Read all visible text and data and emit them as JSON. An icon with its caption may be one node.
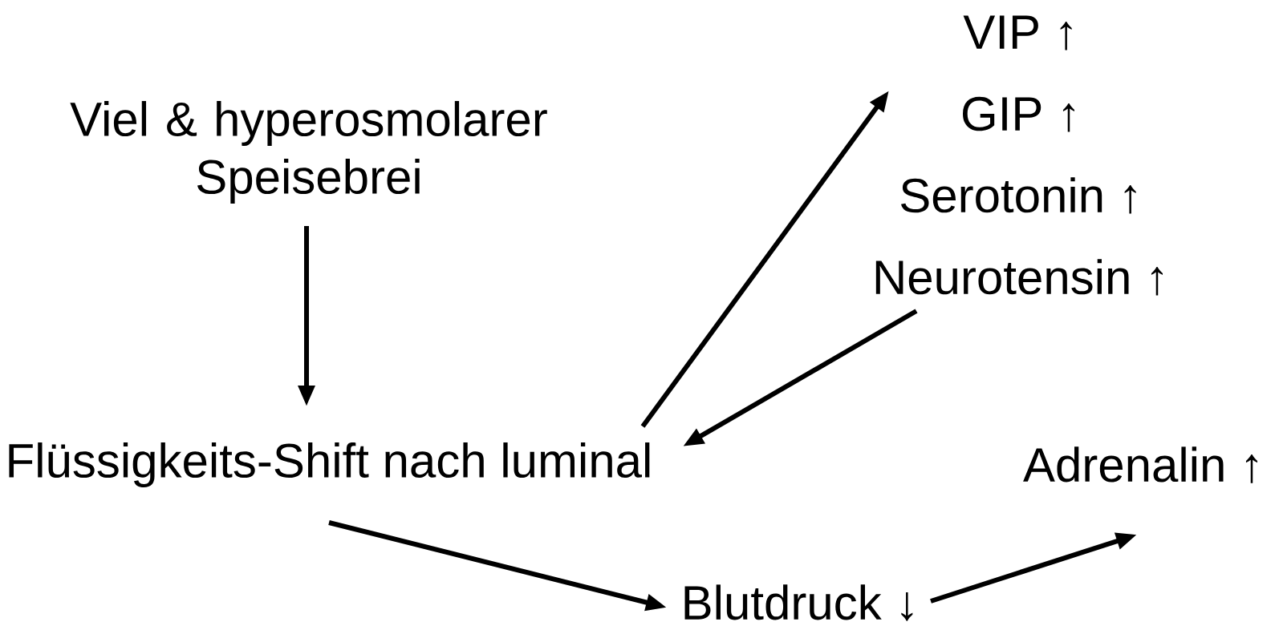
{
  "diagram": {
    "nodes": [
      {
        "text": [
          "Viel & hyperosmolarer Speisebrei"
        ]
      },
      {
        "text": [
          "Flüssigkeits-Shift nach luminal"
        ]
      },
      {
        "text": [
          "VIP ↑",
          "GIP ↑",
          "Serotonin ↑",
          "Neurotensin ↑"
        ]
      },
      {
        "text": [
          "Adrenalin ↑"
        ]
      },
      {
        "text": [
          "Blutdruck ↓"
        ]
      }
    ],
    "edges": [
      {
        "from": 0,
        "to": 1,
        "arrow": "to"
      },
      {
        "from": 1,
        "to": 2,
        "arrow": "to"
      },
      {
        "from": 2,
        "to": 1,
        "arrow": "to"
      },
      {
        "from": 1,
        "to": 4,
        "arrow": "to"
      },
      {
        "from": 4,
        "to": 3,
        "arrow": "to"
      }
    ]
  }
}
